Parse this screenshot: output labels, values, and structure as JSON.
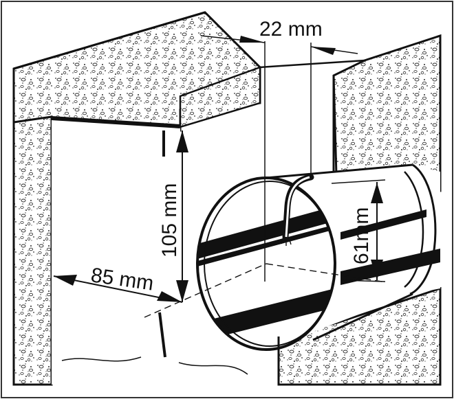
{
  "diagram": {
    "labels": {
      "top_width": "22 mm",
      "height": "105 mm",
      "left_depth": "85 mm",
      "hole_diameter": "61mm"
    },
    "colors": {
      "ink": "#111111",
      "paper": "#ffffff",
      "speckle": "#2a2a2a"
    }
  }
}
